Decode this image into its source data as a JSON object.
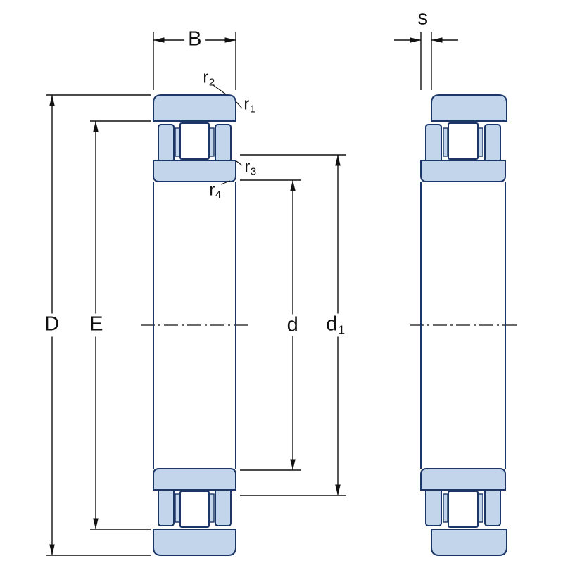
{
  "labels": {
    "B": {
      "base": "B",
      "sub": ""
    },
    "s": {
      "base": "s",
      "sub": ""
    },
    "D": {
      "base": "D",
      "sub": ""
    },
    "E": {
      "base": "E",
      "sub": ""
    },
    "d": {
      "base": "d",
      "sub": ""
    },
    "d1": {
      "base": "d",
      "sub": "1"
    },
    "r1": {
      "base": "r",
      "sub": "1"
    },
    "r2": {
      "base": "r",
      "sub": "2"
    },
    "r3": {
      "base": "r",
      "sub": "3"
    },
    "r4": {
      "base": "r",
      "sub": "4"
    }
  },
  "colors": {
    "background": "#ffffff",
    "bearing_fill": "#c3d5ea",
    "bearing_outline": "#1c3667",
    "dimension_lines": "#111111",
    "text": "#111111"
  }
}
